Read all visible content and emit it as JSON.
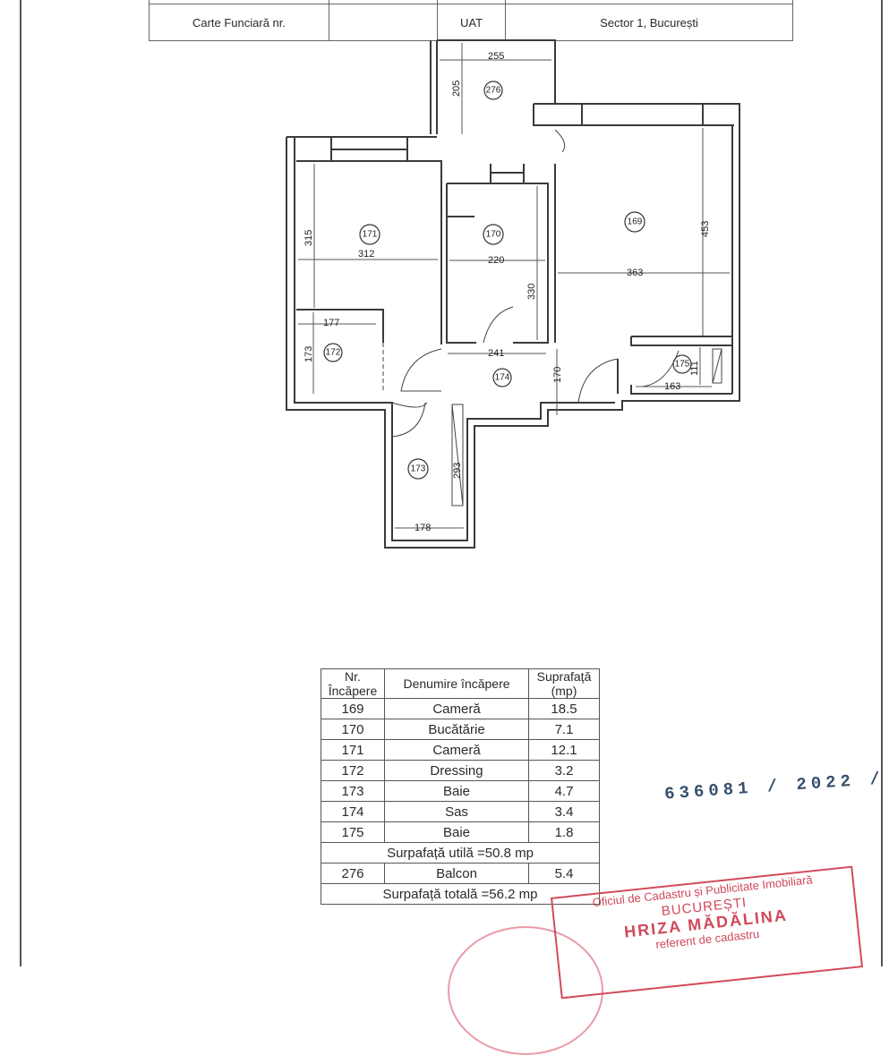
{
  "header": {
    "cadastral_label": "Carte Funciară nr.",
    "cadastral_value": "",
    "uat_label": "UAT",
    "uat_value": "Sector 1, București"
  },
  "plan": {
    "rooms": [
      {
        "id": "276",
        "dims": [
          "255",
          "205"
        ]
      },
      {
        "id": "171",
        "dims": [
          "312",
          "315"
        ]
      },
      {
        "id": "170",
        "dims": [
          "220",
          "330"
        ]
      },
      {
        "id": "169",
        "dims": [
          "363",
          "453"
        ]
      },
      {
        "id": "172",
        "dims": [
          "177",
          "173"
        ]
      },
      {
        "id": "174",
        "dims": [
          "241",
          "170"
        ]
      },
      {
        "id": "175",
        "dims": [
          "163",
          "111"
        ]
      },
      {
        "id": "173",
        "dims": [
          "178",
          "293"
        ]
      }
    ]
  },
  "table": {
    "headers": {
      "nr": "Nr. Încăpere",
      "name": "Denumire încăpere",
      "area": "Suprafață (mp)"
    },
    "rows": [
      {
        "nr": "169",
        "name": "Cameră",
        "area": "18.5"
      },
      {
        "nr": "170",
        "name": "Bucătărie",
        "area": "7.1"
      },
      {
        "nr": "171",
        "name": "Cameră",
        "area": "12.1"
      },
      {
        "nr": "172",
        "name": "Dressing",
        "area": "3.2"
      },
      {
        "nr": "173",
        "name": "Baie",
        "area": "4.7"
      },
      {
        "nr": "174",
        "name": "Sas",
        "area": "3.4"
      },
      {
        "nr": "175",
        "name": "Baie",
        "area": "1.8"
      }
    ],
    "useful_area": "Surpafață utilă =50.8 mp",
    "balcony": {
      "nr": "276",
      "name": "Balcon",
      "area": "5.4"
    },
    "total_area": "Surpafață totală =56.2 mp"
  },
  "registration_number": "636081 / 2022 /",
  "stamp": {
    "line1": "Oficiul de Cadastru și Publicitate Imobiliară",
    "line2": "BUCUREȘTI",
    "line3": "HRIZA MĂDĂLINA",
    "line4": "referent de cadastru"
  },
  "colors": {
    "ink": "#2a2a2a",
    "stamp_red": "#d24a5a",
    "reg_blue": "#35506e"
  }
}
